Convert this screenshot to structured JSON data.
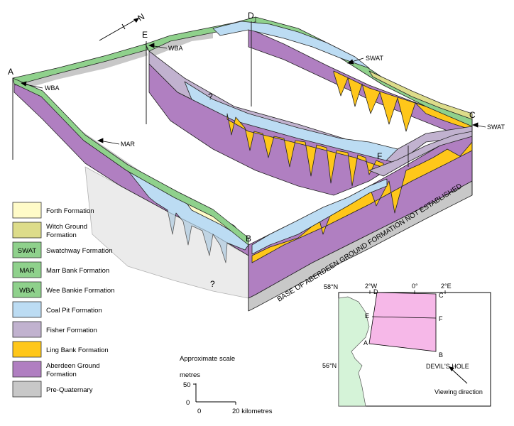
{
  "section_labels": {
    "a": "A",
    "b": "B",
    "c": "C",
    "d": "D",
    "e": "E",
    "f": "F",
    "north": "N",
    "unknown": "?"
  },
  "callouts": {
    "wba_a": "WBA",
    "wba_e": "WBA",
    "mar": "MAR",
    "swat_top": "SWAT",
    "swat_c": "SWAT"
  },
  "base_note": "BASE OF ABERDEEN GROUND FORMATION NOT ESTABLISHED",
  "legend": [
    {
      "code": "",
      "line1": "Forth Formation",
      "line2": "",
      "color": "#fffbc8"
    },
    {
      "code": "",
      "line1": "Witch Ground",
      "line2": "Formation",
      "color": "#dddc8a"
    },
    {
      "code": "SWAT",
      "line1": "Swatchway Formation",
      "line2": "",
      "color": "#8fd18c"
    },
    {
      "code": "MAR",
      "line1": "Marr Bank Formation",
      "line2": "",
      "color": "#8fd18c"
    },
    {
      "code": "WBA",
      "line1": "Wee Bankie Formation",
      "line2": "",
      "color": "#8fd18c"
    },
    {
      "code": "",
      "line1": "Coal Pit Formation",
      "line2": "",
      "color": "#bcdcf3"
    },
    {
      "code": "",
      "line1": "Fisher Formation",
      "line2": "",
      "color": "#c1b2cf"
    },
    {
      "code": "",
      "line1": "Ling Bank Formation",
      "line2": "",
      "color": "#ffc71a"
    },
    {
      "code": "",
      "line1": "Aberdeen Ground",
      "line2": "Formation",
      "color": "#b07fc1"
    },
    {
      "code": "",
      "line1": "Pre-Quaternary",
      "line2": "",
      "color": "#c8c8c8"
    }
  ],
  "scale": {
    "title": "Approximate scale",
    "vertical_unit": "metres",
    "v_max": "50",
    "v_zero": "0",
    "h_zero": "0",
    "h_max": "20 kilometres"
  },
  "inset_map": {
    "lat_top": "58°N",
    "lat_bottom": "56°N",
    "lon_w": "2°W",
    "lon_0": "0°",
    "lon_e": "2°E",
    "labels": {
      "a": "A",
      "b": "B",
      "c": "C",
      "d": "D",
      "e": "E",
      "f": "F"
    },
    "place": "DEVIL'S HOLE",
    "view_label": "Viewing direction"
  },
  "colors": {
    "aberdeen": "#b07fc1",
    "ling": "#ffc71a",
    "fisher": "#c1b2cf",
    "coalpit": "#bcdcf3",
    "green": "#8fd18c",
    "witch": "#dddc8a",
    "forth": "#fffbc8",
    "prequat": "#c8c8c8",
    "land": "#d5f3d8",
    "box": "#f6b8e8"
  }
}
